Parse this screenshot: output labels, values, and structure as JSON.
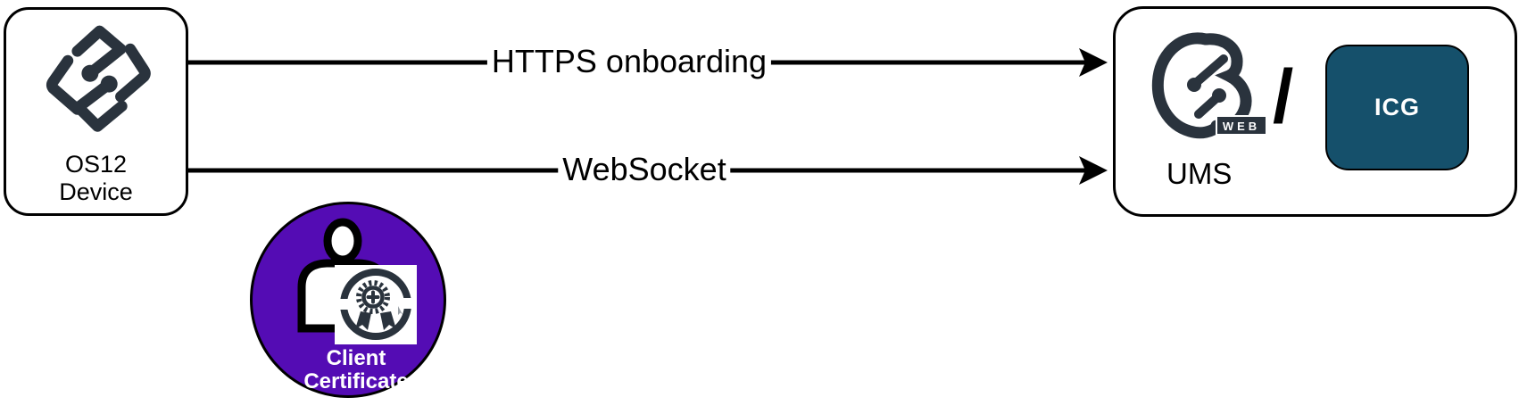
{
  "diagram": {
    "device_box": {
      "logo_icon": "igel-os12-logo",
      "line1": "OS12",
      "line2": "Device"
    },
    "arrows": [
      {
        "label": "HTTPS onboarding",
        "direction": "left-to-right"
      },
      {
        "label": "WebSocket",
        "direction": "left-to-right"
      }
    ],
    "ums_box": {
      "logo_icon": "igel-ums-web-logo",
      "web_badge": "WEB",
      "separator": "/",
      "label": "UMS",
      "icg_label": "ICG"
    },
    "client_certificate": {
      "icon": "person-certificate-icon",
      "line1": "Client",
      "line2": "Certificate"
    },
    "colors": {
      "icon_slate": "#2A333D",
      "badge_purple": "#540CB4",
      "icg_teal": "#15506B",
      "line_black": "#000000",
      "background": "#FFFFFF"
    }
  }
}
